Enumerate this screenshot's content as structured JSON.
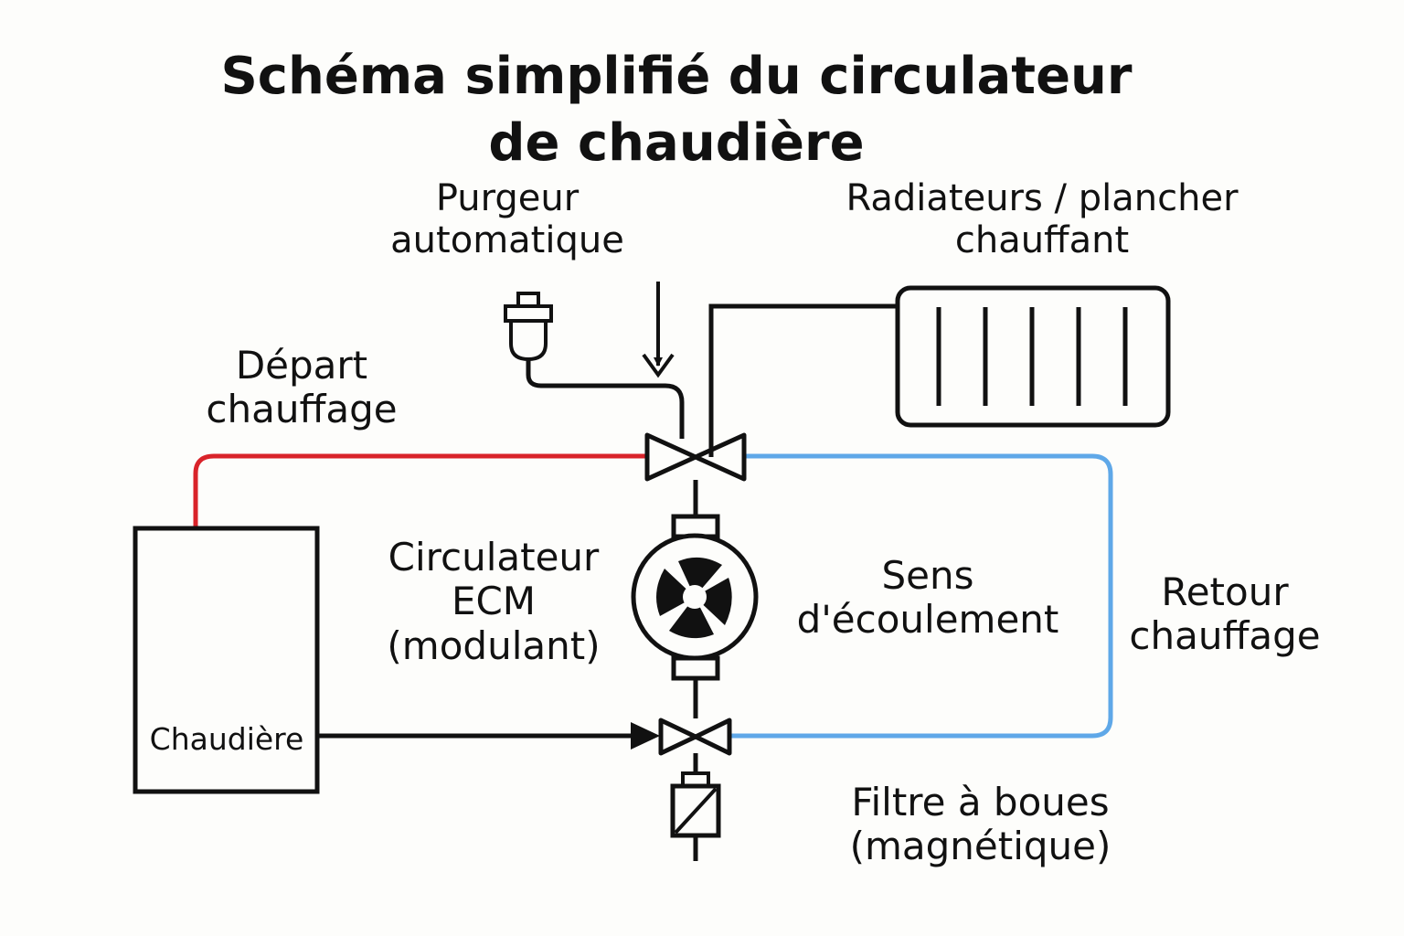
{
  "title": {
    "line1": "Schéma simplifié du circulateur",
    "line2": "de chaudière"
  },
  "labels": {
    "purgeur": [
      "Purgeur",
      "automatique"
    ],
    "radiateurs": [
      "Radiateurs / plancher",
      "chauffant"
    ],
    "depart": [
      "Départ",
      "chauffage"
    ],
    "circulateur": [
      "Circulateur",
      "ECM",
      "(modulant)"
    ],
    "sens": [
      "Sens",
      "d'écoulement"
    ],
    "retour": [
      "Retour",
      "chauffage"
    ],
    "filtre": [
      "Filtre à boues",
      "(magnétique)"
    ],
    "chaudiere": "Chaudière"
  },
  "colors": {
    "supply_pipe": "#d9232a",
    "return_pipe": "#5fa8e8",
    "line": "#111111",
    "background": "#fdfdfb"
  },
  "icons": {
    "pump": "pump-fan-icon",
    "radiator": "radiator-icon",
    "air_vent": "air-vent-icon",
    "valve": "valve-icon",
    "filter": "filter-icon",
    "boiler": "boiler-icon"
  }
}
